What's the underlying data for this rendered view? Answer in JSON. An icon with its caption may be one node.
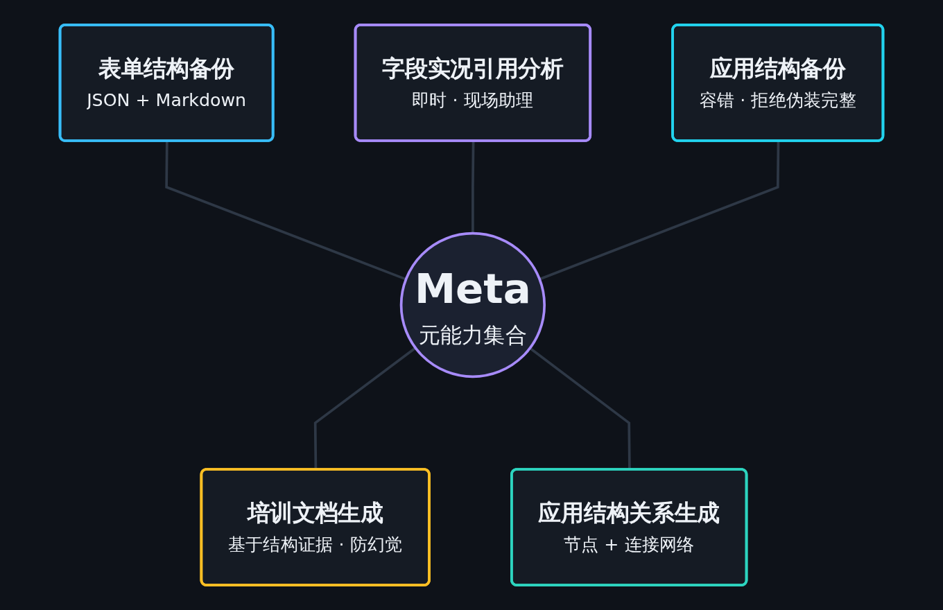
{
  "diagram": {
    "nodes": [
      {
        "text": [
          "表单结构备份",
          "JSON + Markdown"
        ]
      },
      {
        "text": [
          "字段实况引用分析",
          "即时 · 现场助理"
        ]
      },
      {
        "text": [
          "应用结构备份",
          "容错 · 拒绝伪装完整"
        ]
      },
      {
        "text": [
          "Meta",
          "元能力集合"
        ]
      },
      {
        "text": [
          "培训文档生成",
          "基于结构证据 · 防幻觉"
        ]
      },
      {
        "text": [
          "应用结构关系生成",
          "节点 + 连接网络"
        ]
      }
    ],
    "edges": [
      {
        "from": 0,
        "to": 3,
        "arrow": "none"
      },
      {
        "from": 1,
        "to": 3,
        "arrow": "none"
      },
      {
        "from": 2,
        "to": 3,
        "arrow": "none"
      },
      {
        "from": 3,
        "to": 4,
        "arrow": "none"
      },
      {
        "from": 3,
        "to": 5,
        "arrow": "none"
      }
    ]
  }
}
